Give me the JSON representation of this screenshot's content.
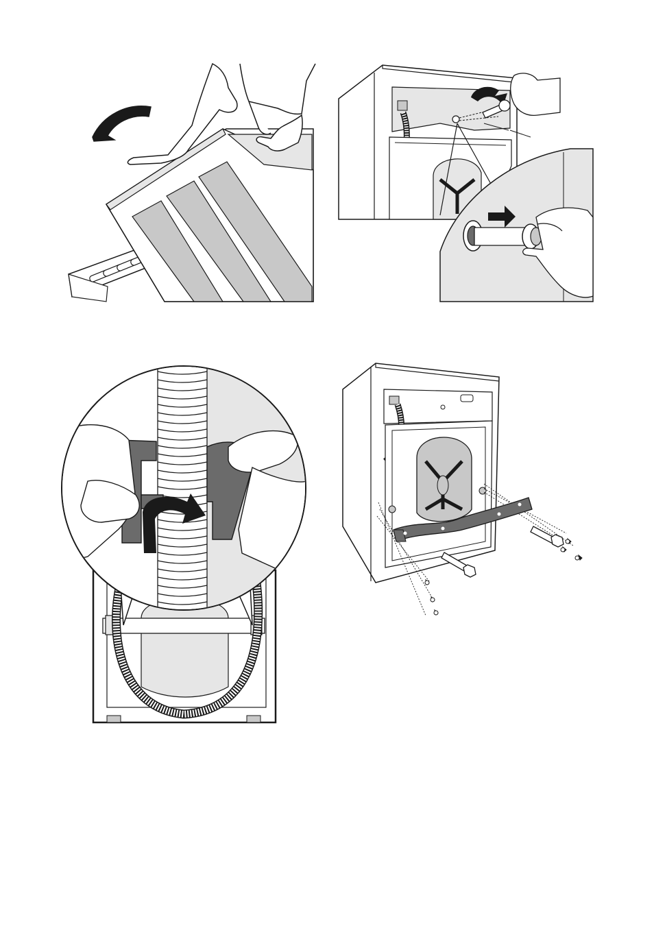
{
  "colors": {
    "stroke": "#1a1a1a",
    "light_gray": "#e6e6e6",
    "mid_gray": "#c8c8c8",
    "dark_gray": "#6b6b6b",
    "paper": "#ffffff"
  },
  "illustrations": [
    {
      "id": "remove-worktop",
      "icons": [
        "rotate-arrow-icon",
        "hands-icon",
        "washer-top-icon",
        "grille-plinth-icon"
      ]
    },
    {
      "id": "remove-transit-bolt",
      "icons": [
        "rotate-arrow-icon",
        "wrench-icon",
        "push-arrow-icon",
        "transit-bolt-icon",
        "zoom-callout-icon"
      ]
    },
    {
      "id": "release-hose-clip",
      "icons": [
        "hose-clip-icon",
        "hose-icon",
        "open-arrow-icon",
        "zoom-callout-icon"
      ]
    },
    {
      "id": "fit-bracket",
      "icons": [
        "bracket-bar-icon",
        "screw-icon",
        "bolt-icon"
      ]
    }
  ]
}
